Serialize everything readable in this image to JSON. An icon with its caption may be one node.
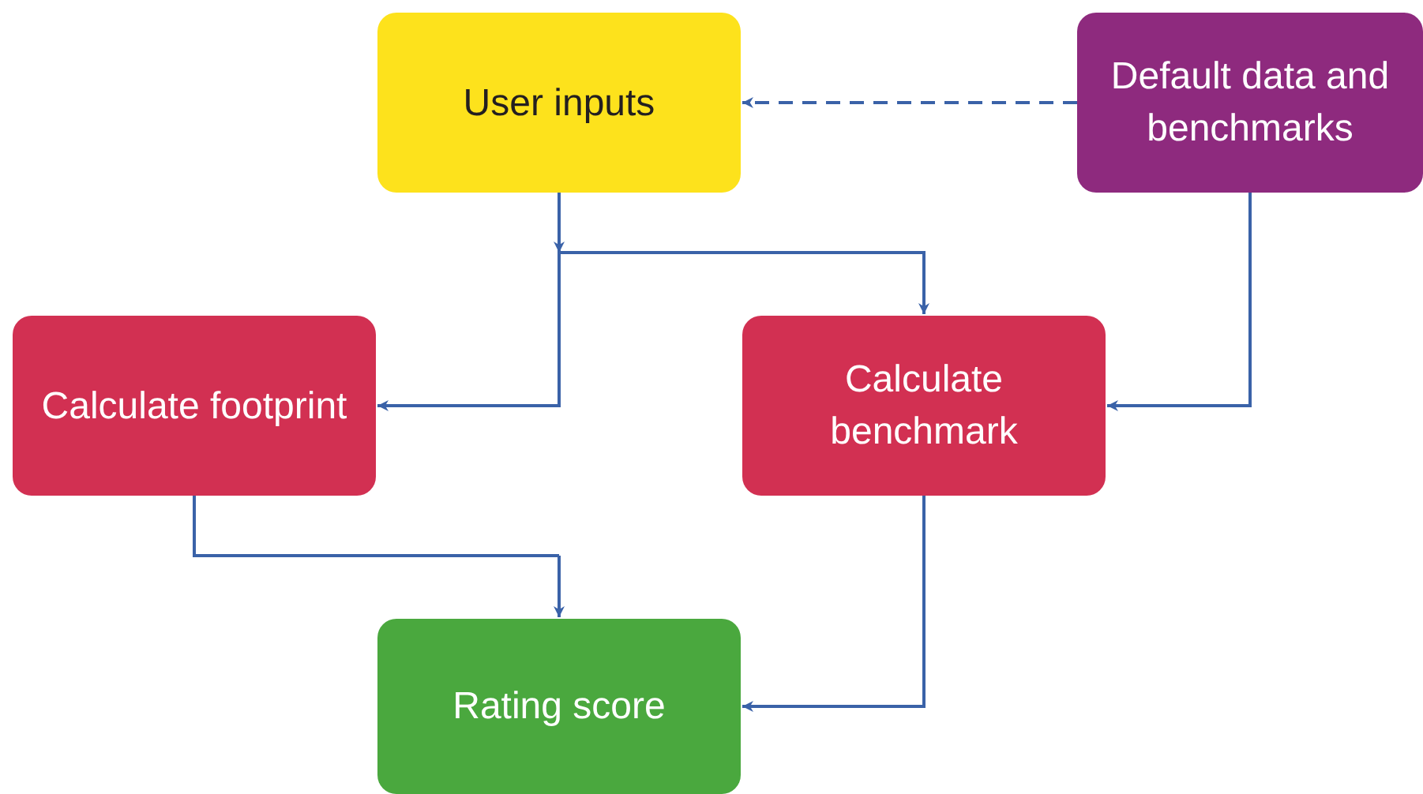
{
  "diagram": {
    "nodes": [
      {
        "text": [
          "User inputs"
        ]
      },
      {
        "text": [
          "Default data and benchmarks"
        ]
      },
      {
        "text": [
          "Calculate footprint"
        ]
      },
      {
        "text": [
          "Calculate benchmark"
        ]
      },
      {
        "text": [
          "Rating score"
        ]
      }
    ],
    "edges": [
      {
        "from": 1,
        "to": 0,
        "arrow": "to",
        "style": "dashed"
      },
      {
        "from": 0,
        "to": 2,
        "arrow": "to"
      },
      {
        "from": 0,
        "to": 3,
        "arrow": "to"
      },
      {
        "from": 1,
        "to": 3,
        "arrow": "to"
      },
      {
        "from": 2,
        "to": 4,
        "arrow": "to"
      },
      {
        "from": 3,
        "to": 4,
        "arrow": "to"
      }
    ]
  }
}
